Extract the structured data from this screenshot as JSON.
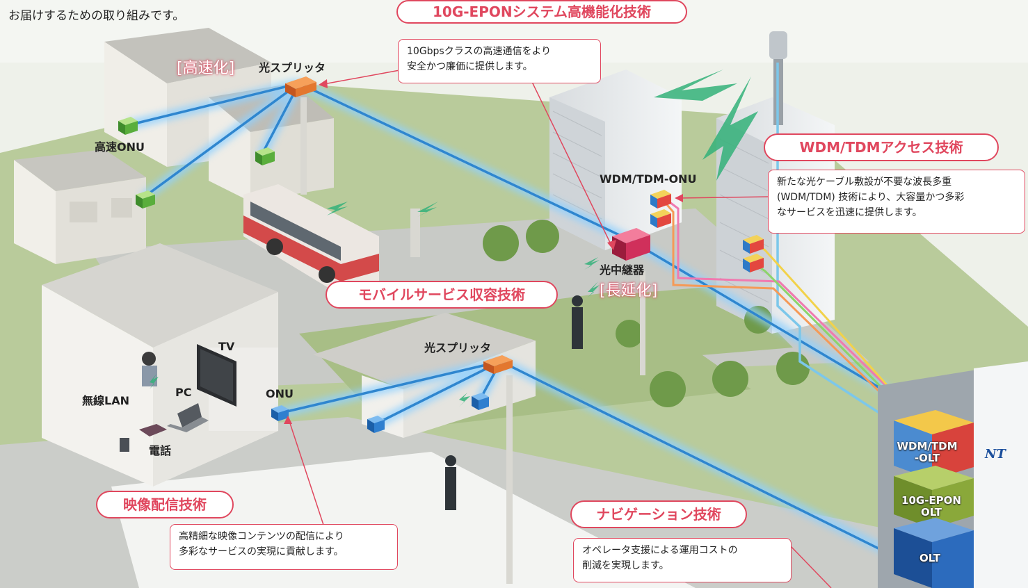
{
  "intro_text": "お届けするための取り組みです。",
  "callouts": {
    "epon_title": "10G-EPONシステム高機能化技術",
    "epon_note_1": "10Gbpsクラスの高速通信をより",
    "epon_note_2": "安全かつ廉価に提供します。",
    "wdm_title": "WDM/TDMアクセス技術",
    "wdm_note_1": "新たな光ケーブル敷設が不要な波長多重",
    "wdm_note_2": "(WDM/TDM) 技術により、大容量かつ多彩",
    "wdm_note_3": "なサービスを迅速に提供します。",
    "mobile_title": "モバイルサービス収容技術",
    "video_title": "映像配信技術",
    "video_note_1": "高精細な映像コンテンツの配信により",
    "video_note_2": "多彩なサービスの実現に貢献します。",
    "nav_title": "ナビゲーション技術",
    "nav_note_1": "オペレータ支援による運用コストの",
    "nav_note_2": "削減を実現します。"
  },
  "labels": {
    "speedup_tag": "[高速化]",
    "splitter_top": "光スプリッタ",
    "fast_onu": "高速ONU",
    "wdm_onu": "WDM/TDM-ONU",
    "repeater": "光中継器",
    "extend_tag": "[長延化]",
    "tv": "TV",
    "pc": "PC",
    "wireless_lan": "無線LAN",
    "onu": "ONU",
    "phone": "電話",
    "splitter_bottom": "光スプリッタ",
    "olt_wdm_1": "WDM/TDM",
    "olt_wdm_2": "-OLT",
    "olt_10g_1": "10G-EPON",
    "olt_10g_2": "OLT",
    "olt": "OLT",
    "logo": "NT"
  },
  "colors": {
    "accent": "#e0475e",
    "fiber": "#3a8fd6",
    "ground": "#b7c99a",
    "road": "#c9cbc6"
  }
}
